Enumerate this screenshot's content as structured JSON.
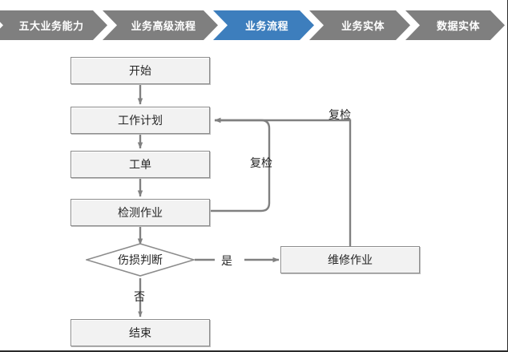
{
  "breadcrumb": {
    "items": [
      {
        "label": "五大业务能力",
        "active": false
      },
      {
        "label": "业务高级流程",
        "active": false
      },
      {
        "label": "业务流程",
        "active": true
      },
      {
        "label": "业务实体",
        "active": false
      },
      {
        "label": "数据实体",
        "active": false
      }
    ],
    "colors": {
      "inactive": "#7f7f7f",
      "active": "#3d7ebd",
      "text": "#ffffff"
    }
  },
  "flowchart": {
    "colors": {
      "node_fill": "#f2f2f2",
      "node_border": "#8c8c8c",
      "connector": "#808080",
      "text": "#262626",
      "canvas": "#ffffff"
    },
    "nodes": [
      {
        "id": "start",
        "label": "开始",
        "shape": "box"
      },
      {
        "id": "work-plan",
        "label": "工作计划",
        "shape": "box"
      },
      {
        "id": "work-order",
        "label": "工单",
        "shape": "box"
      },
      {
        "id": "inspection-task",
        "label": "检测作业",
        "shape": "box"
      },
      {
        "id": "damage-decision",
        "label": "伤损判断",
        "shape": "diamond"
      },
      {
        "id": "repair-task",
        "label": "维修作业",
        "shape": "box"
      },
      {
        "id": "end",
        "label": "结束",
        "shape": "box"
      }
    ],
    "edge_labels": [
      {
        "id": "recheck-inner",
        "label": "复检"
      },
      {
        "id": "recheck-outer",
        "label": "复检"
      },
      {
        "id": "decision-yes",
        "label": "是"
      },
      {
        "id": "decision-no",
        "label": "否"
      }
    ]
  }
}
